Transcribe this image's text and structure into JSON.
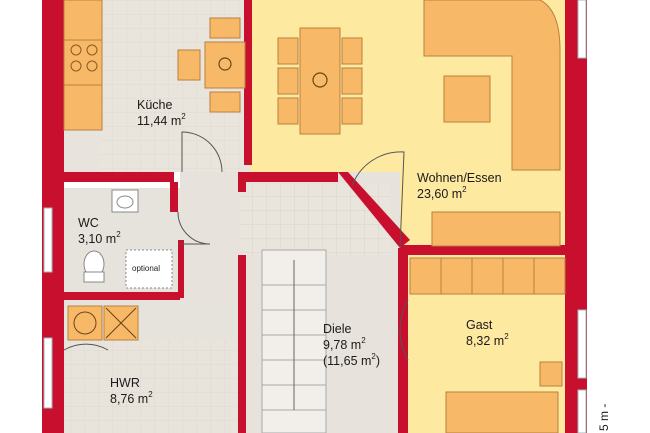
{
  "rooms": {
    "kueche": {
      "name": "Küche",
      "area": "11,44 m"
    },
    "wc": {
      "name": "WC",
      "area": "3,10 m"
    },
    "wohnen": {
      "name": "Wohnen/Essen",
      "area": "23,60 m"
    },
    "diele": {
      "name": "Diele",
      "area": "9,78 m",
      "area_alt": "(11,65 m",
      "area_alt_close": ")"
    },
    "gast": {
      "name": "Gast",
      "area": "8,32 m"
    },
    "hwr": {
      "name": "HWR",
      "area": "8,76 m"
    }
  },
  "shower_note": "optional",
  "dimension_text": "5 m -",
  "colors": {
    "wall": "#c8102e",
    "floor_yellow": "#fde9a0",
    "floor_gray": "#e6e3dc",
    "tile": "#efd6bf",
    "furniture": "#f7b968"
  }
}
